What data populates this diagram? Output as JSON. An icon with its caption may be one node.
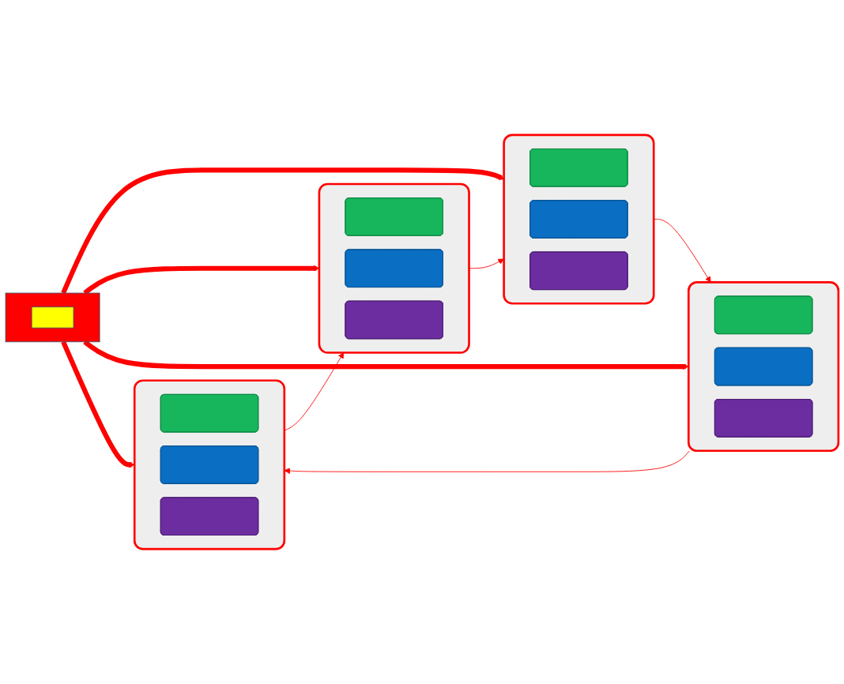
{
  "diagram": {
    "nodes": [
      {
        "text": [],
        "shape": "box"
      },
      {
        "text": [],
        "shape": "bar",
        "in": 0
      },
      {
        "text": [],
        "shape": "bar",
        "in": 0
      },
      {
        "text": [],
        "shape": "bar",
        "in": 0
      },
      {
        "text": [],
        "shape": "box"
      },
      {
        "text": [],
        "shape": "bar",
        "in": 4
      },
      {
        "text": [],
        "shape": "bar",
        "in": 4
      },
      {
        "text": [],
        "shape": "bar",
        "in": 4
      },
      {
        "text": [],
        "shape": "cross"
      },
      {
        "text": [],
        "shape": "box",
        "in": 8
      },
      {
        "text": [],
        "shape": "box"
      },
      {
        "text": [],
        "shape": "bar",
        "in": 10
      },
      {
        "text": [],
        "shape": "bar",
        "in": 10
      },
      {
        "text": [],
        "shape": "bar",
        "in": 10
      },
      {
        "text": [],
        "shape": "box"
      },
      {
        "text": [],
        "shape": "bar",
        "in": 14
      },
      {
        "text": [],
        "shape": "bar",
        "in": 14
      },
      {
        "text": [],
        "shape": "bar",
        "in": 14
      }
    ],
    "edges": [
      {
        "from": 0,
        "to": 10,
        "arrow": "to"
      },
      {
        "from": 10,
        "to": 14,
        "arrow": "to"
      },
      {
        "from": 14,
        "to": 4,
        "arrow": "to"
      },
      {
        "from": 4,
        "to": 0,
        "arrow": "to"
      },
      {
        "from": 8,
        "to": 0,
        "arrow": "to",
        "style": "thick"
      },
      {
        "from": 8,
        "to": 4,
        "arrow": "to",
        "style": "thick"
      },
      {
        "from": 8,
        "to": 10,
        "arrow": "to",
        "style": "thick"
      },
      {
        "from": 8,
        "to": 14,
        "arrow": "to",
        "style": "thick"
      }
    ]
  }
}
